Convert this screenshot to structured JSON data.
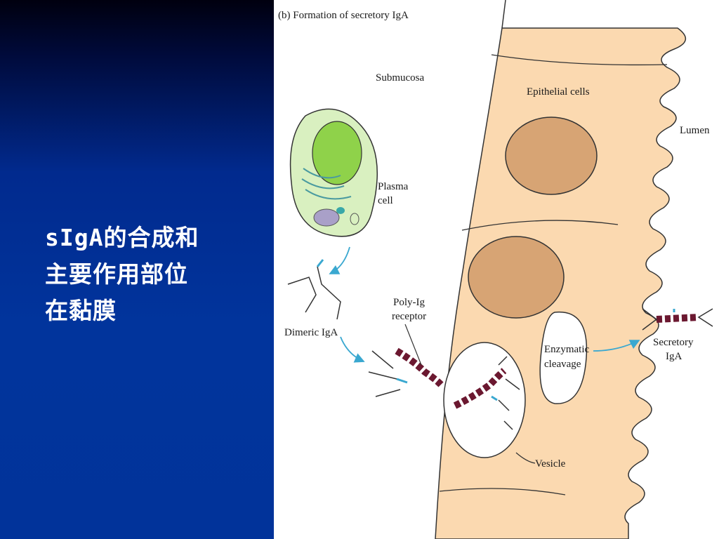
{
  "slide": {
    "caption_lines": [
      "sIgA的合成和",
      "主要作用部位",
      "在黏膜"
    ]
  },
  "figure": {
    "title": "(b)  Formation of secretory IgA",
    "labels": {
      "submucosa": "Submucosa",
      "epithelial_cells": "Epithelial cells",
      "lumen": "Lumen",
      "plasma_line1": "Plasma",
      "plasma_line2": "cell",
      "poly_line1": "Poly-Ig",
      "poly_line2": "receptor",
      "dimeric": "Dimeric IgA",
      "enzymatic_line1": "Enzymatic",
      "enzymatic_line2": "cleavage",
      "secretory_line1": "Secretory",
      "secretory_line2": "IgA",
      "vesicle": "Vesicle"
    }
  },
  "colors": {
    "panel_blue": "#01349c",
    "epithelium": "#fbd9b0",
    "nucleus": "#d7a474",
    "plasma_cell": "#d9f0c0",
    "plasma_nucleus": "#8fd24a",
    "receptor": "#6b1830",
    "j_chain": "#3aa8d0",
    "arrow": "#3aa8d0"
  }
}
